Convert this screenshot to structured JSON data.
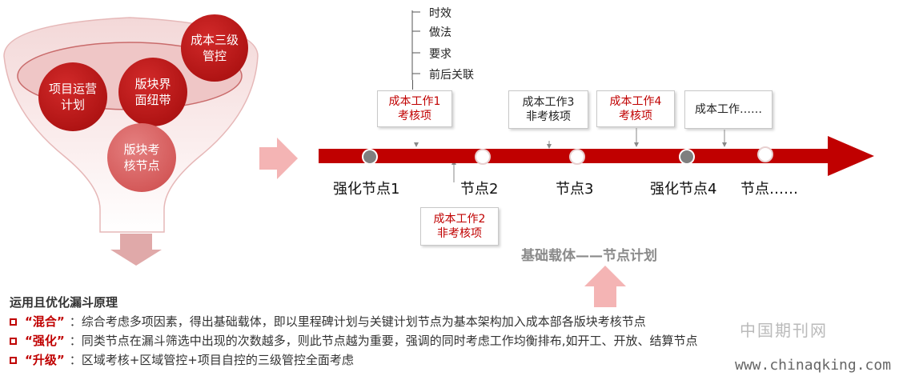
{
  "funnel": {
    "circles": [
      {
        "label": "项目运营\n计划"
      },
      {
        "label": "版块界\n面纽带"
      },
      {
        "label": "成本三级\n管控"
      },
      {
        "label": "版块考\n核节点"
      }
    ]
  },
  "attributes": [
    "时效",
    "做法",
    "要求",
    "前后关联"
  ],
  "timeline": {
    "nodes": [
      {
        "label": "强化节点1",
        "type": "grey"
      },
      {
        "label": "节点2",
        "type": "white"
      },
      {
        "label": "节点3",
        "type": "white"
      },
      {
        "label": "强化节点4",
        "type": "grey"
      },
      {
        "label": "节点……",
        "type": "white"
      }
    ],
    "cards_above": [
      {
        "label": "成本工作1\n考核项",
        "style": "red"
      },
      {
        "label": "成本工作3\n非考核项",
        "style": "dark"
      },
      {
        "label": "成本工作4\n考核项",
        "style": "red"
      },
      {
        "label": "成本工作……",
        "style": "dark"
      }
    ],
    "card_below": {
      "label": "成本工作2\n非考核项",
      "style": "red"
    }
  },
  "base_label": "基础载体——节点计划",
  "principle": {
    "title": "运用且优化漏斗原理",
    "items": [
      {
        "keyword": "“混合”",
        "text": "：综合考虑多项因素，得出基础载体，即以里程碑计划与关键计划节点为基本架构加入成本部各版块考核节点"
      },
      {
        "keyword": "“强化”",
        "text": "：同类节点在漏斗筛选中出现的次数越多，则此节点越为重要，强调的同时考虑工作均衡排布,如开工、开放、结算节点"
      },
      {
        "keyword": "“升级”",
        "text": "：区域考核+区域管控+项目自控的三级管控全面考虑"
      }
    ]
  },
  "watermark": {
    "cn": "中国期刊网",
    "url": "www.chinaqking.com"
  },
  "colors": {
    "accent_red": "#c00000",
    "timeline_red": "#c00000",
    "soft_arrow": "#f4b4b4"
  }
}
